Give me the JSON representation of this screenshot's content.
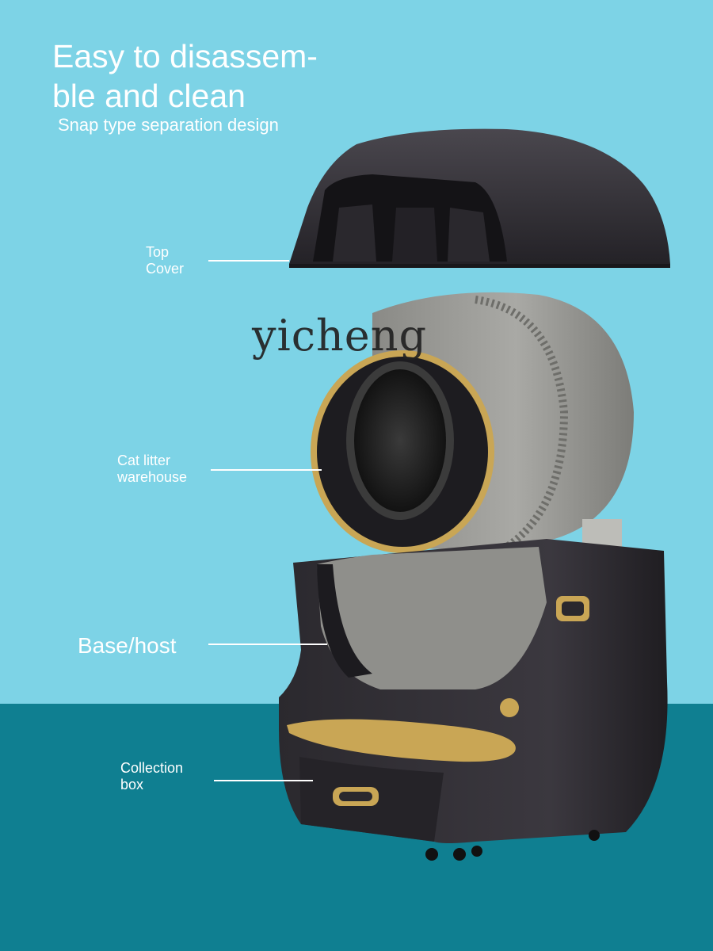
{
  "headline": "Easy to disassem-\nble and clean",
  "subhead": "Snap type separation design",
  "watermark": "yicheng",
  "colors": {
    "sky": "#7dd3e6",
    "teal": "#0f7f91",
    "shell": "#2c2a30",
    "drum": "#9a9a96",
    "gold": "#c9a655"
  },
  "parts": [
    {
      "label": "Top\nCover"
    },
    {
      "label": "Cat litter\nwarehouse"
    },
    {
      "label": "Base/host"
    },
    {
      "label": "Collection\nbox"
    }
  ]
}
